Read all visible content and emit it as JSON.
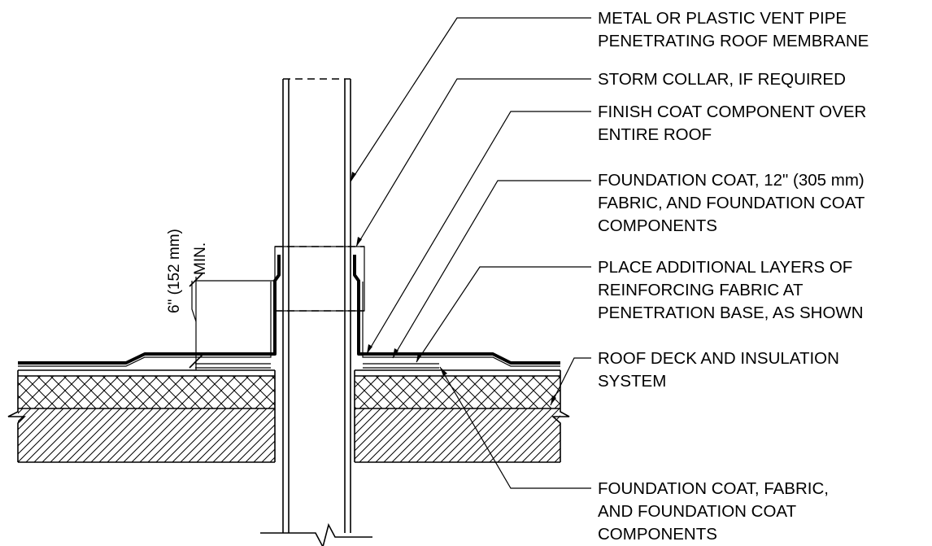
{
  "callouts": [
    {
      "id": "vent-pipe",
      "lines": [
        "METAL OR PLASTIC VENT PIPE",
        "PENETRATING ROOF MEMBRANE"
      ]
    },
    {
      "id": "storm-collar",
      "lines": [
        "STORM COLLAR, IF REQUIRED"
      ]
    },
    {
      "id": "finish-coat",
      "lines": [
        "FINISH COAT COMPONENT OVER",
        "ENTIRE ROOF"
      ]
    },
    {
      "id": "foundation-fabric-12",
      "lines": [
        "FOUNDATION COAT, 12\" (305 mm)",
        "FABRIC, AND FOUNDATION COAT",
        "COMPONENTS"
      ]
    },
    {
      "id": "additional-layers",
      "lines": [
        "PLACE ADDITIONAL LAYERS OF",
        "REINFORCING FABRIC AT",
        "PENETRATION BASE, AS SHOWN"
      ]
    },
    {
      "id": "roof-deck",
      "lines": [
        "ROOF DECK AND INSULATION",
        "SYSTEM"
      ]
    },
    {
      "id": "foundation-fabric",
      "lines": [
        "FOUNDATION COAT, FABRIC,",
        "AND FOUNDATION COAT",
        "COMPONENTS"
      ]
    }
  ],
  "dimension": {
    "value_line": "6\" (152 mm)",
    "qualifier_line": "MIN."
  }
}
